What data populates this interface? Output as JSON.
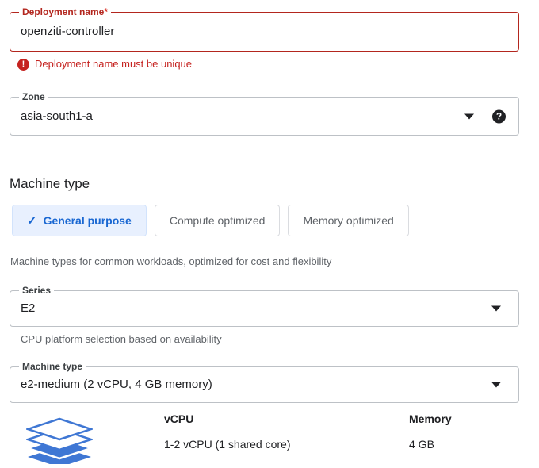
{
  "deployment_name": {
    "label": "Deployment name",
    "required_marker": "*",
    "value": "openziti-controller",
    "error_message": "Deployment name must be unique",
    "error_icon": "error-exclamation-icon",
    "state_color": "#b3261e"
  },
  "zone": {
    "label": "Zone",
    "value": "asia-south1-a",
    "caret_icon": "chevron-down-icon",
    "help_icon": "help-question-icon",
    "help_glyph": "?"
  },
  "machine_type_section": {
    "title": "Machine type",
    "chips": [
      {
        "label": "General purpose",
        "selected": true,
        "check_glyph": "✓"
      },
      {
        "label": "Compute optimized",
        "selected": false
      },
      {
        "label": "Memory optimized",
        "selected": false
      }
    ],
    "chips_helper": "Machine types for common workloads, optimized for cost and flexibility",
    "selected_chip_bg": "#e8f0fe",
    "selected_chip_fg": "#1967d2"
  },
  "series": {
    "label": "Series",
    "value": "E2",
    "helper": "CPU platform selection based on availability",
    "caret_icon": "chevron-down-icon"
  },
  "machine_type": {
    "label": "Machine type",
    "value": "e2-medium (2 vCPU, 4 GB memory)",
    "caret_icon": "chevron-down-icon"
  },
  "spec_summary": {
    "icon": "stacked-layers-icon",
    "icon_color": "#3f77d4",
    "vcpu": {
      "header": "vCPU",
      "value": "1-2 vCPU (1 shared core)"
    },
    "memory": {
      "header": "Memory",
      "value": "4 GB"
    }
  }
}
